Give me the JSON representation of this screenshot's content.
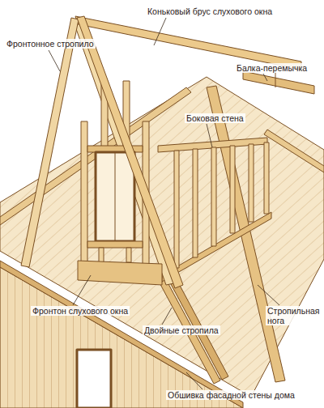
{
  "diagram": {
    "labels": [
      "Фронтонное стропило",
      "Коньковый брус слухового окна",
      "Балка-перемычка",
      "Боковая стена",
      "Фронтон слухового окна",
      "Двойные стропила",
      "Стропильная нога",
      "Обшивка фасадной стены дома"
    ]
  }
}
